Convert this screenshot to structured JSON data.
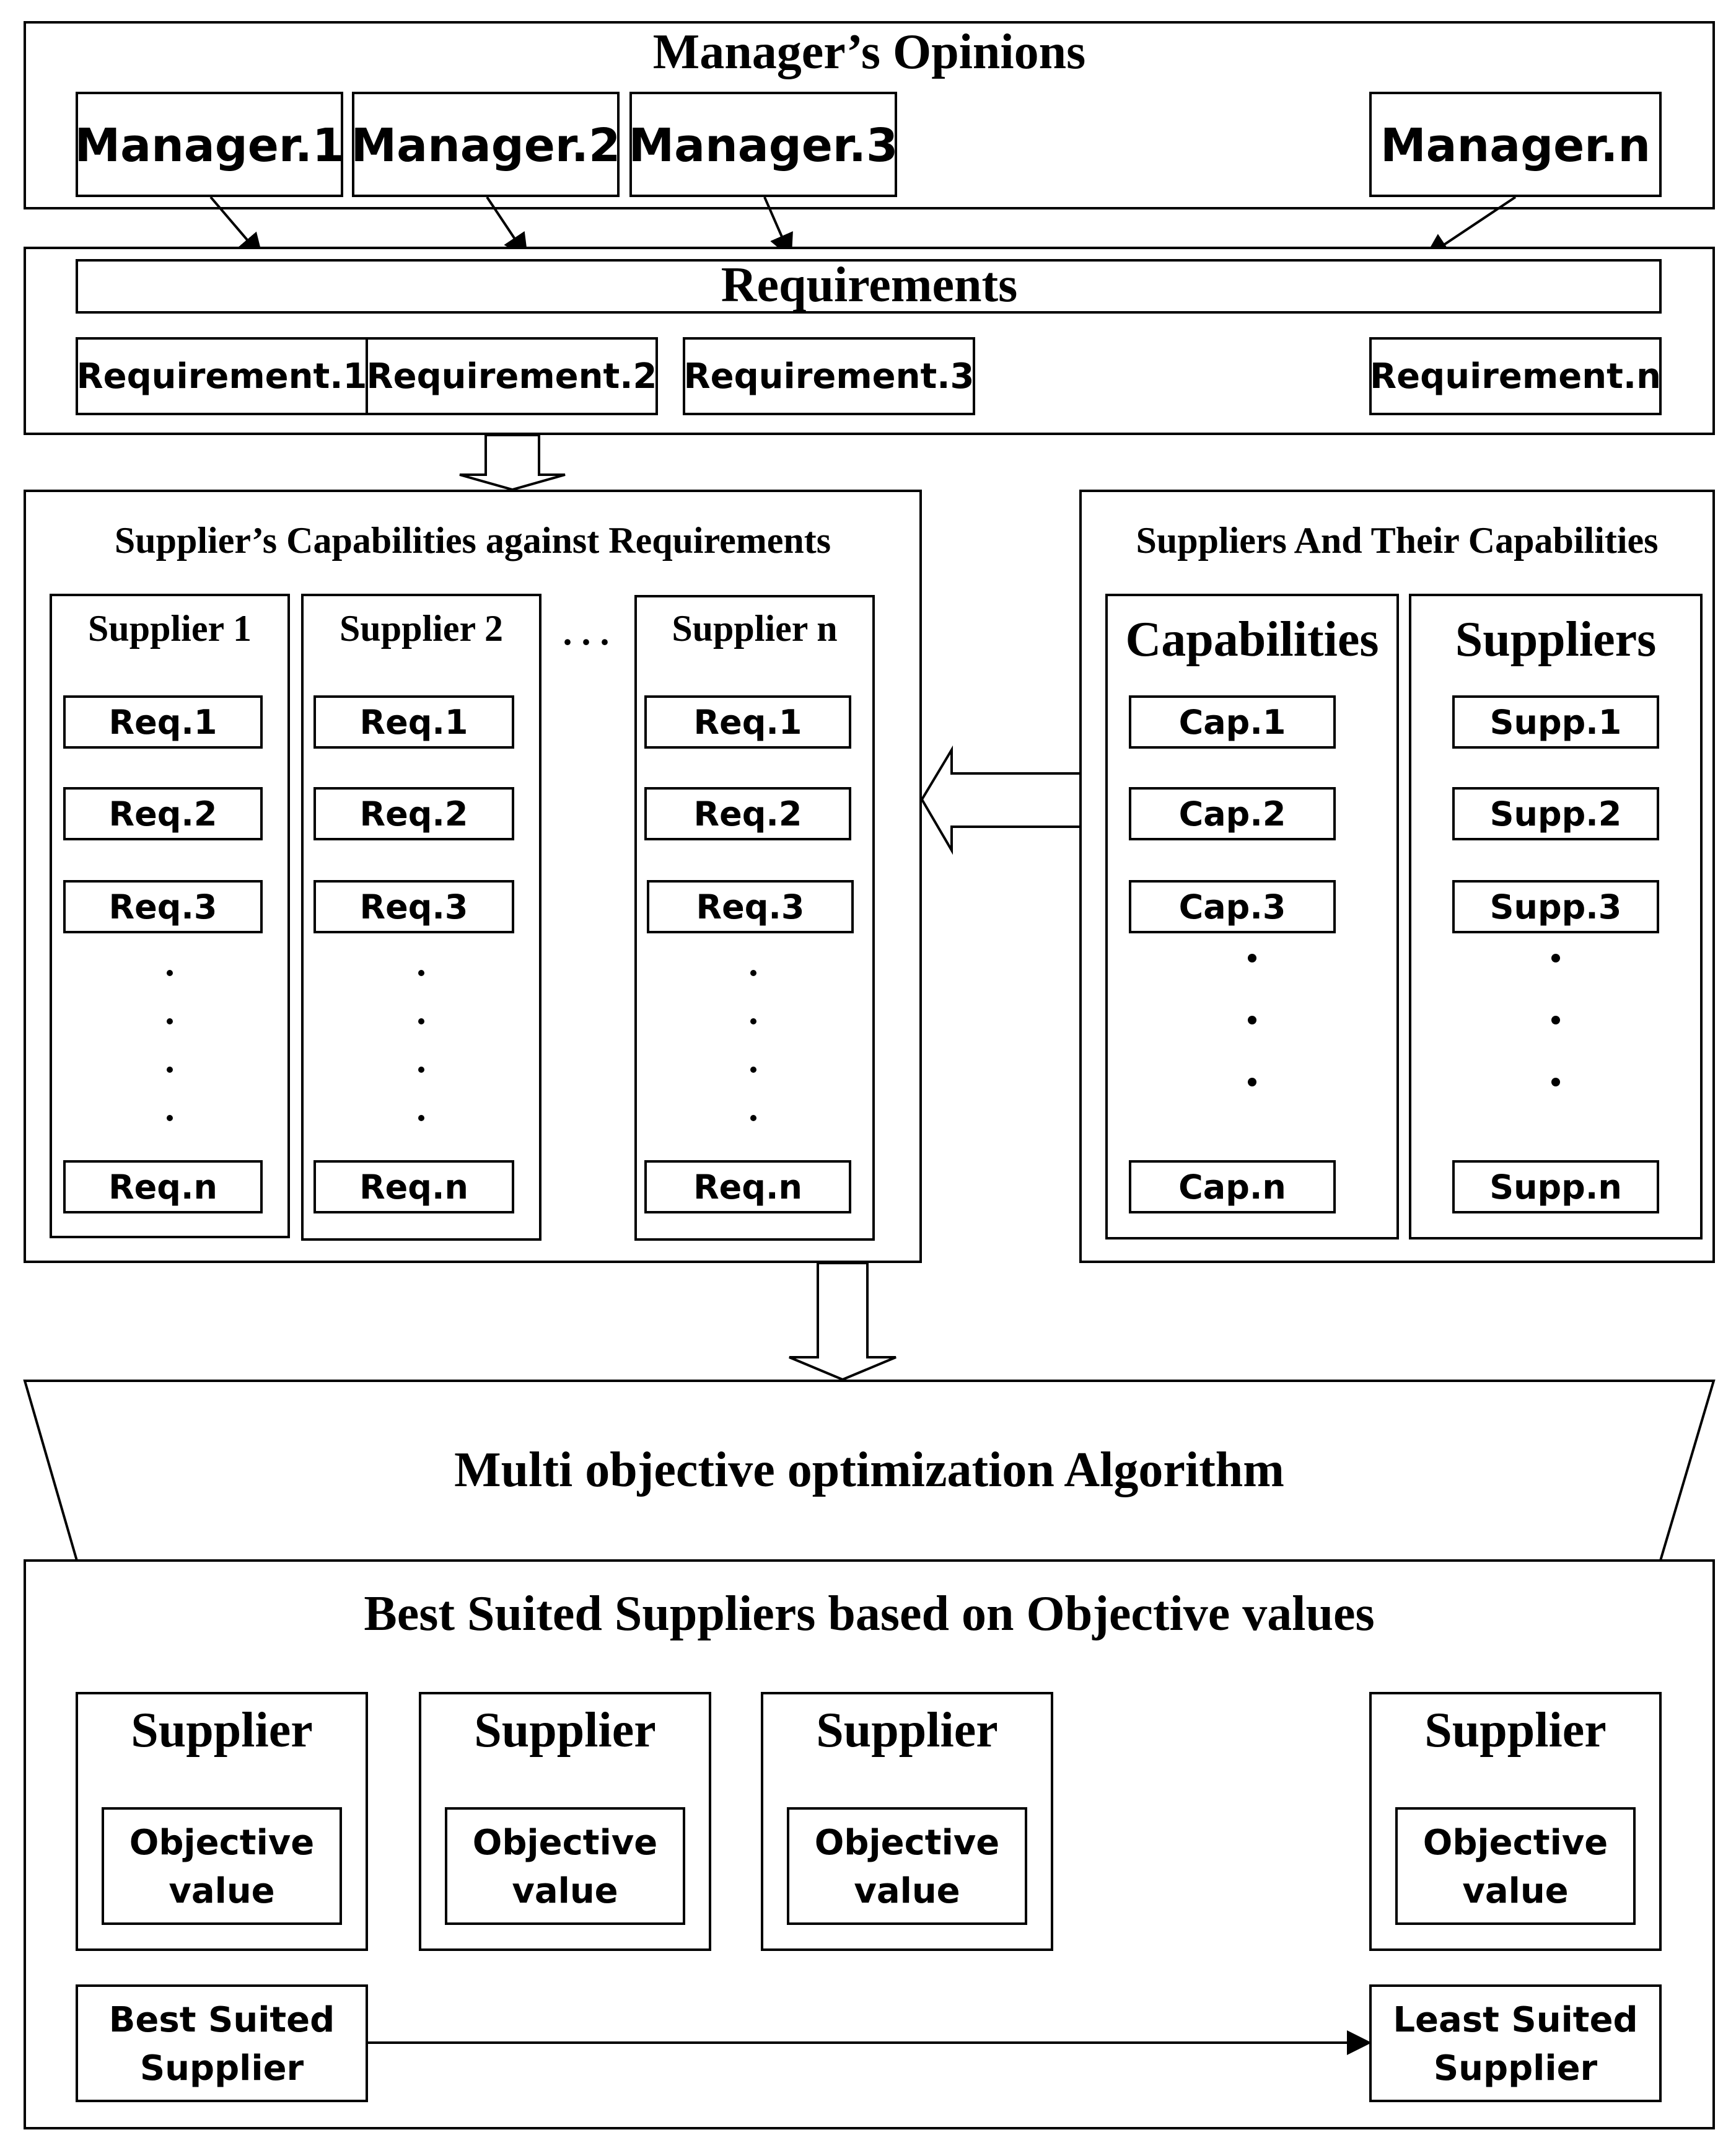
{
  "manager_opinions": {
    "title": "Manager’s Opinions",
    "managers": [
      "Manager.1",
      "Manager.2",
      "Manager.3",
      "Manager.n"
    ]
  },
  "requirements": {
    "title": "Requirements",
    "items": [
      "Requirement.1",
      "Requirement.2",
      "Requirement.3",
      "Requirement.n"
    ]
  },
  "capabilities_against_requirements": {
    "title": "Supplier’s Capabilities against Requirements",
    "ellipsis": ". . .",
    "suppliers": [
      {
        "name": "Supplier 1",
        "reqs": [
          "Req.1",
          "Req.2",
          "Req.3",
          "Req.n"
        ]
      },
      {
        "name": "Supplier 2",
        "reqs": [
          "Req.1",
          "Req.2",
          "Req.3",
          "Req.n"
        ]
      },
      {
        "name": "Supplier n",
        "reqs": [
          "Req.1",
          "Req.2",
          "Req.3",
          "Req.n"
        ]
      }
    ]
  },
  "suppliers_capabilities": {
    "title": "Suppliers And Their Capabilities",
    "capabilities": {
      "title": "Capabilities",
      "items": [
        "Cap.1",
        "Cap.2",
        "Cap.3",
        "Cap.n"
      ]
    },
    "suppliers": {
      "title": "Suppliers",
      "items": [
        "Supp.1",
        "Supp.2",
        "Supp.3",
        "Supp.n"
      ]
    }
  },
  "algorithm": {
    "title": "Multi objective optimization Algorithm"
  },
  "best_suited": {
    "title": "Best Suited Suppliers based on Objective values",
    "cards": [
      {
        "title": "Supplier",
        "value_line1": "Objective",
        "value_line2": "value"
      },
      {
        "title": "Supplier",
        "value_line1": "Objective",
        "value_line2": "value"
      },
      {
        "title": "Supplier",
        "value_line1": "Objective",
        "value_line2": "value"
      },
      {
        "title": "Supplier",
        "value_line1": "Objective",
        "value_line2": "value"
      }
    ],
    "best": {
      "line1": "Best Suited",
      "line2": "Supplier"
    },
    "least": {
      "line1": "Least Suited",
      "line2": "Supplier"
    }
  }
}
